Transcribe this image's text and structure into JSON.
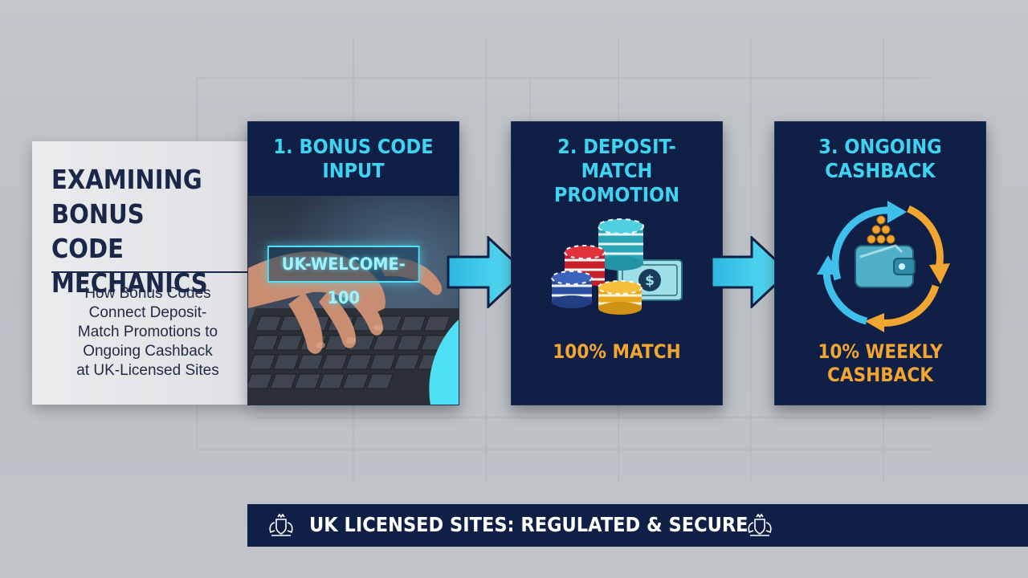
{
  "title_card": {
    "heading": "EXAMINING\nBONUS CODE\nMECHANICS",
    "subtitle": "How Bonus Codes\nConnect Deposit-\nMatch Promotions to\nOngoing Cashback\nat UK-Licensed Sites"
  },
  "steps": [
    {
      "title": "1. BONUS CODE\nINPUT",
      "code": "UK-WELCOME-100",
      "icon": "laptop-typing-photo"
    },
    {
      "title": "2. DEPOSIT-MATCH\nPROMOTION",
      "amount": "100% MATCH",
      "icon": "casino-chips-cash-icon"
    },
    {
      "title": "3. ONGOING\nCASHBACK",
      "amount": "10% WEEKLY\nCASHBACK",
      "icon": "wallet-cycle-icon"
    }
  ],
  "banner": {
    "text": "UK LICENSED SITES: REGULATED & SECURE",
    "icon": "royal-crest-icon"
  },
  "colors": {
    "panel_bg": "#0f1f45",
    "step_title": "#3fd3f2",
    "accent_orange": "#f2a531",
    "arrow": "#3fd3f2",
    "background": "#c0c4c9"
  }
}
